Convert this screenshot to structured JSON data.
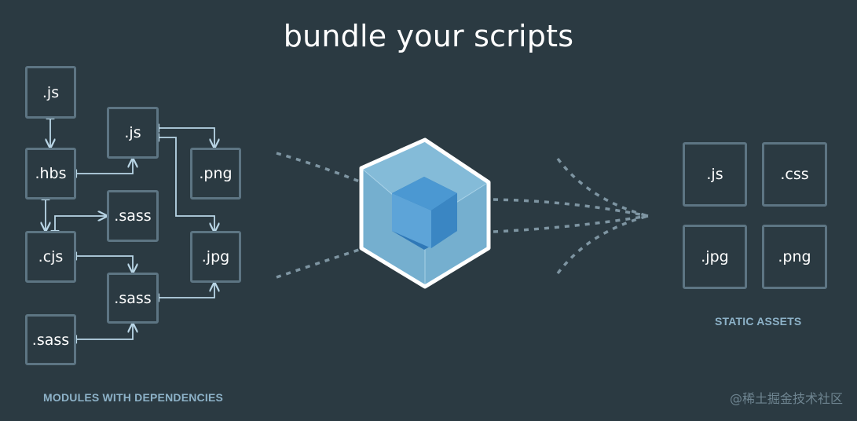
{
  "title": "bundle your scripts",
  "modules": {
    "caption": "MODULES WITH DEPENDENCIES",
    "items": [
      ".js",
      ".js",
      ".hbs",
      ".png",
      ".sass",
      ".cjs",
      ".jpg",
      ".sass",
      ".sass"
    ]
  },
  "assets": {
    "caption": "STATIC ASSETS",
    "items": [
      ".js",
      ".css",
      ".jpg",
      ".png"
    ]
  },
  "watermark": "@稀土掘金技术社区",
  "colors": {
    "background": "#2b3a42",
    "box_border": "#5d7583",
    "arrow": "#b9d6e6",
    "cube_outer": "#8ed6fb",
    "cube_inner": "#1c78c0",
    "caption": "#8db2c8"
  },
  "icons": {
    "bundler": "webpack-cube-icon"
  }
}
